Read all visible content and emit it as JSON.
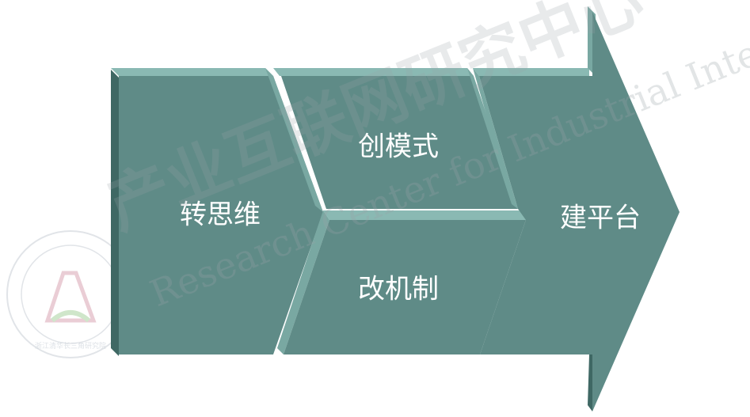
{
  "diagram": {
    "blocks": [
      {
        "id": "transform-thinking",
        "label": "转思维"
      },
      {
        "id": "create-model",
        "label": "创模式"
      },
      {
        "id": "change-mechanism",
        "label": "改机制"
      },
      {
        "id": "build-platform",
        "label": "建平台"
      }
    ]
  },
  "watermark": {
    "chinese": "产业互联网研究中心",
    "english": "Research Center for Industrial Internet",
    "seal_caption": "浙江清华长三角研究院"
  },
  "colors": {
    "face": "#5f8b87",
    "top_bevel": "#8ab9b3",
    "side_shadow": "#3f6864",
    "text": "#ffffff"
  }
}
